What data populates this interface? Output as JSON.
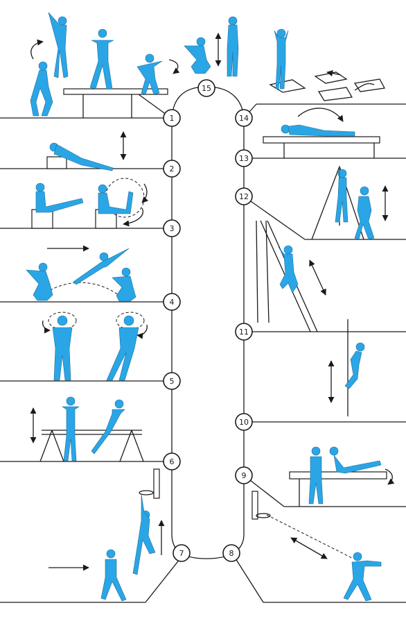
{
  "stations": [
    "1",
    "2",
    "3",
    "4",
    "5",
    "6",
    "7",
    "8",
    "9",
    "10",
    "11",
    "12",
    "13",
    "14",
    "15"
  ],
  "colors": {
    "figure": "#2aa6e6",
    "ink": "#1a1a1a",
    "background": "#ffffff"
  }
}
